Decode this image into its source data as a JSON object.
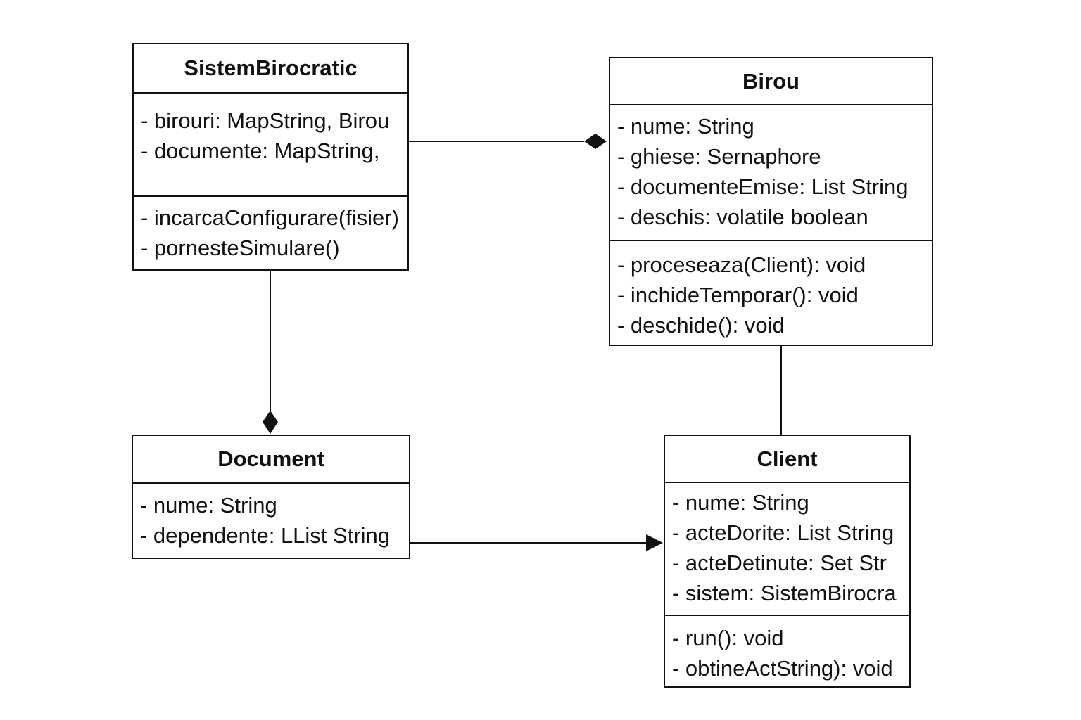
{
  "classes": {
    "sistem": {
      "name": "SistemBirocratic",
      "attributes": [
        "- birouri: MapString, Birou",
        "- documente: MapString,"
      ],
      "operations": [
        "- incarcaConfigurare(fisier)",
        "- pornesteSimulare()"
      ]
    },
    "birou": {
      "name": "Birou",
      "attributes": [
        "- nume: String",
        "- ghiese: Sernaphore",
        "- documenteEmise: List String",
        "- deschis: volatile boolean"
      ],
      "operations": [
        "- proceseaza(Client): void",
        "- inchideTemporar(): void",
        "- deschide(): void"
      ]
    },
    "document": {
      "name": "Document",
      "attributes": [
        "- nume: String",
        "- dependente: LList String"
      ]
    },
    "client": {
      "name": "Client",
      "attributes": [
        "- nume: String",
        "- acteDorite: List String",
        "- acteDetinute: Set Str",
        "- sistem: SistemBirocra"
      ],
      "operations": [
        "- run(): void",
        "- obtineActString): void"
      ]
    }
  },
  "relationships": [
    {
      "from": "SistemBirocratic",
      "to": "Birou",
      "type": "composition"
    },
    {
      "from": "SistemBirocratic",
      "to": "Document",
      "type": "composition"
    },
    {
      "from": "Birou",
      "to": "Client",
      "type": "association"
    },
    {
      "from": "Document",
      "to": "Client",
      "type": "directed-association"
    }
  ],
  "colors": {
    "line": "#111111",
    "background": "#ffffff"
  }
}
